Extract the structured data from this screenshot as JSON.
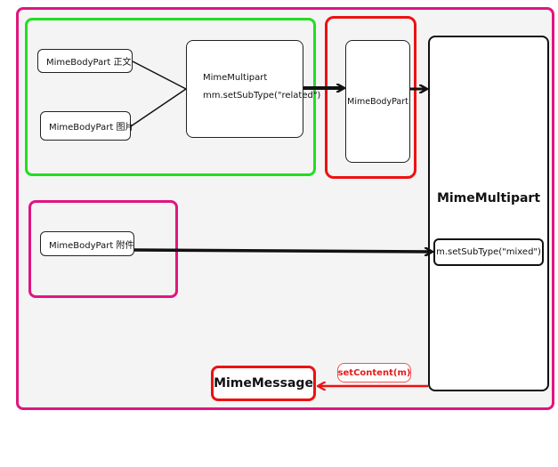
{
  "diagram": {
    "body_part_text": "MimeBodyPart 正文",
    "body_part_image": "MimeBodyPart 图片",
    "body_part_attachment": "MimeBodyPart 附件",
    "multipart_related": {
      "title": "MimeMultipart",
      "subtype_call": "mm.setSubType(\"related\")"
    },
    "body_part_wrapper": "MimeBodyPart",
    "multipart_mixed": {
      "title": "MimeMultipart",
      "subtype_call": "m.setSubType(\"mixed\")"
    },
    "set_content_call": "setContent(m)",
    "message": "MimeMessage"
  },
  "colors": {
    "outer_frame": "#e0157f",
    "related_group": "#22dd22",
    "wrapper_group": "#ee1111",
    "attachment_group": "#e0157f",
    "set_content_arrow": "#ee1111"
  }
}
